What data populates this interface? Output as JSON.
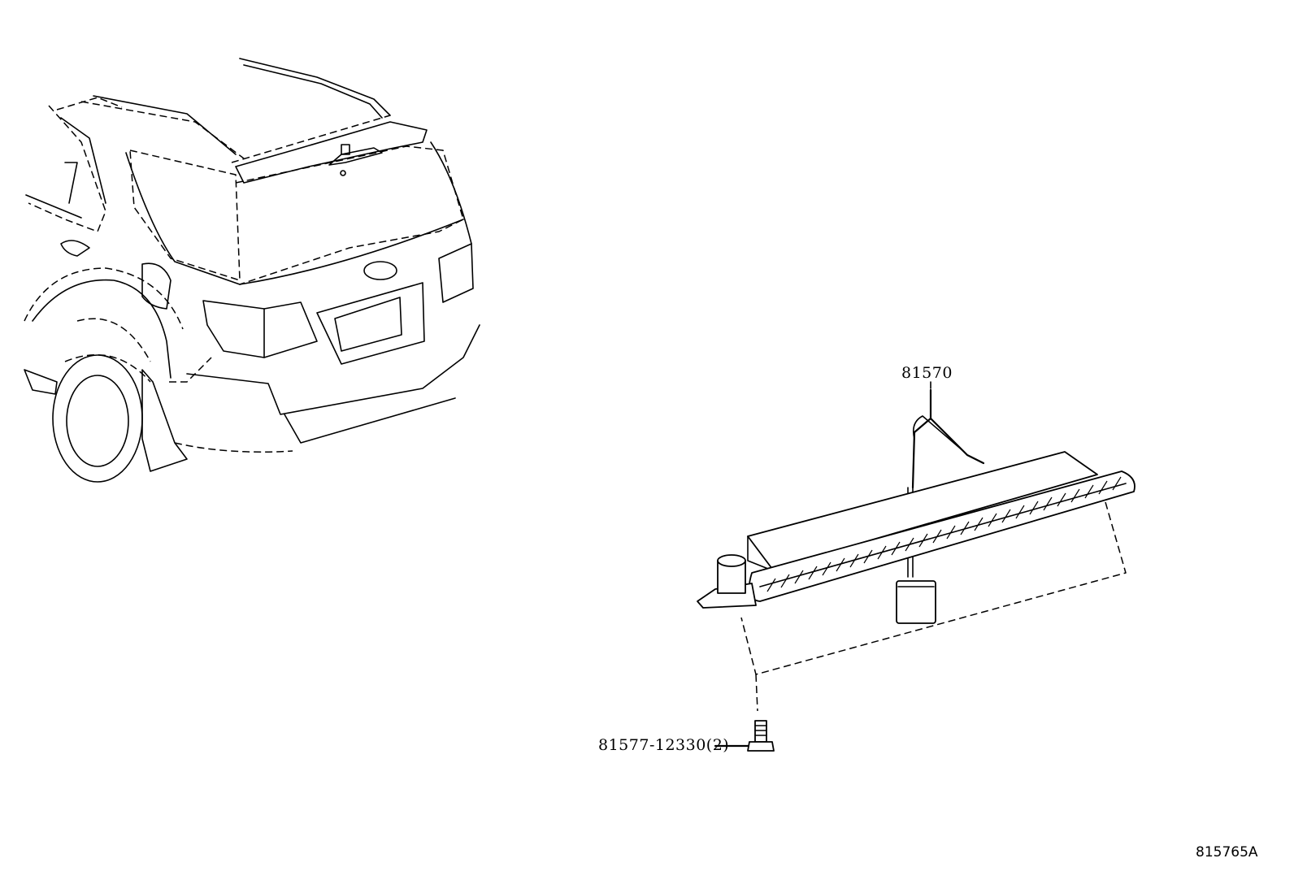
{
  "callouts": {
    "lamp_assembly": "81570",
    "screw": "81577-12330(2)"
  },
  "drawing_ref": "815765A",
  "icons": [
    "vehicle-rear-illustration",
    "high-mount-stop-lamp",
    "screw-icon"
  ]
}
